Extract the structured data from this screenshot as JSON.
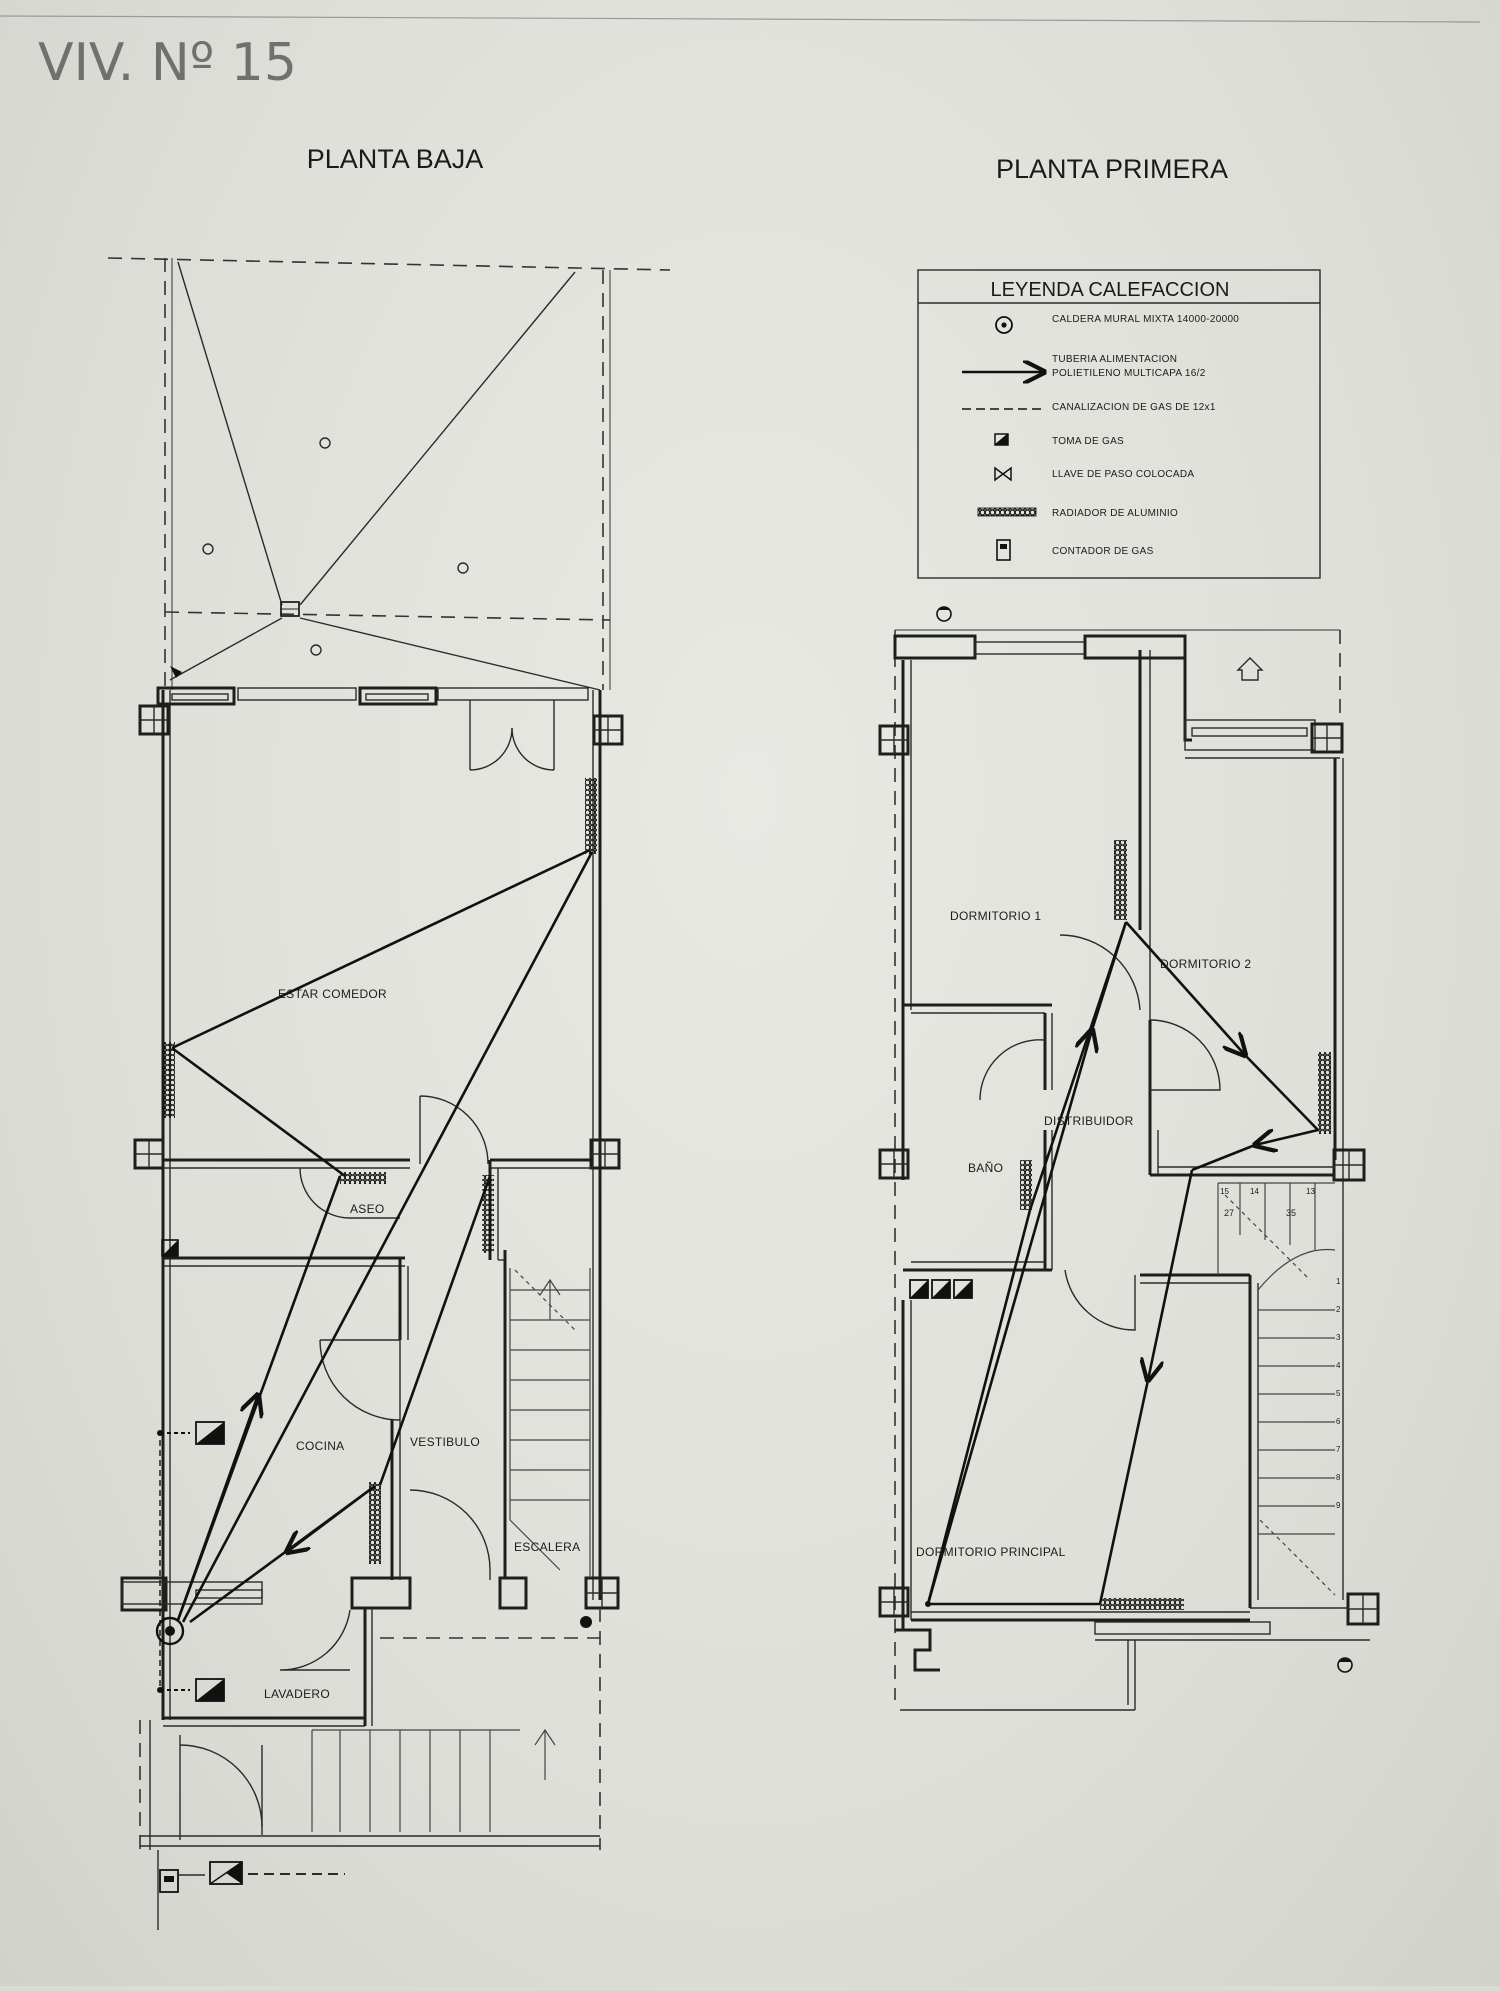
{
  "handwritten": "VIV. Nº 15",
  "plans": [
    {
      "title": "PLANTA BAJA"
    },
    {
      "title": "PLANTA PRIMERA"
    }
  ],
  "legend": {
    "title": "LEYENDA CALEFACCION",
    "items": [
      {
        "icon": "boiler-icon",
        "text": "CALDERA MURAL MIXTA 14000-20000"
      },
      {
        "icon": "pipe-arrow-icon",
        "text": "TUBERIA ALIMENTACION",
        "text2": "POLIETILENO MULTICAPA 16/2"
      },
      {
        "icon": "gas-line-icon",
        "text": "CANALIZACION DE GAS DE 12x1"
      },
      {
        "icon": "gas-outlet-icon",
        "text": "TOMA DE GAS"
      },
      {
        "icon": "valve-icon",
        "text": "LLAVE DE PASO COLOCADA"
      },
      {
        "icon": "radiator-icon",
        "text": "RADIADOR DE ALUMINIO"
      },
      {
        "icon": "gas-meter-icon",
        "text": "CONTADOR DE GAS"
      }
    ]
  },
  "rooms_ground": {
    "estar": "ESTAR COMEDOR",
    "aseo": "ASEO",
    "cocina": "COCINA",
    "vestibulo": "VESTIBULO",
    "escalera": "ESCALERA",
    "lavadero": "LAVADERO"
  },
  "rooms_first": {
    "dorm1": "DORMITORIO 1",
    "dorm2": "DORMITORIO 2",
    "distribuidor": "DISTRIBUIDOR",
    "bano": "BAÑO",
    "principal": "DORMITORIO PRINCIPAL"
  },
  "stair_numbers": {
    "top": [
      "15",
      "14",
      "13"
    ],
    "mid": [
      "27",
      "35"
    ],
    "steps": [
      "1",
      "2",
      "3",
      "4",
      "5",
      "6",
      "7",
      "8",
      "9"
    ]
  }
}
